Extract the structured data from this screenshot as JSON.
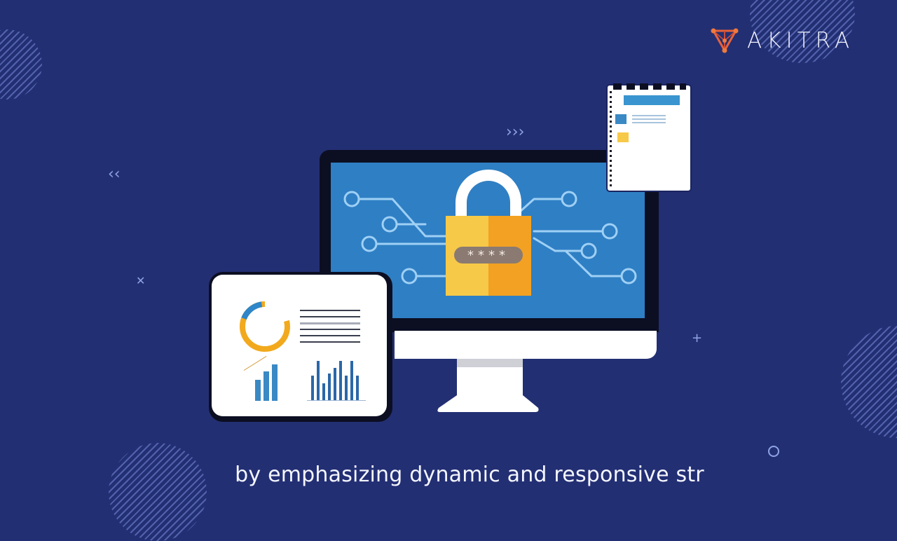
{
  "brand": {
    "name": "AKITRA",
    "logo_icon": "triangle-network-logo-icon",
    "logo_color": "#e8623a"
  },
  "caption": {
    "text": "by emphasizing dynamic and responsive str"
  },
  "illustration": {
    "monitor": {
      "screen_color": "#2f7fc4",
      "bezel_color": "#0c0f22",
      "padlock": {
        "icon": "padlock-icon",
        "password_mask": "****",
        "left_color": "#f7c948",
        "right_color": "#f2a122"
      }
    },
    "notepad": {
      "icon": "notepad-icon"
    },
    "dashboard_card": {
      "donut": {
        "segments": [
          {
            "color": "#2f86c8",
            "fraction": 0.2
          },
          {
            "color": "#f2a91d",
            "fraction": 0.8
          }
        ]
      },
      "text_lines": 6,
      "small_bars": [
        0.55,
        0.8,
        1.0
      ],
      "bars": [
        0.6,
        1.0,
        0.4,
        0.65,
        0.8,
        1.0,
        0.6,
        1.0,
        0.6
      ]
    }
  },
  "decorations": {
    "chevrons_left": "«",
    "chevrons_right": "»»",
    "plus": "+",
    "x": "×",
    "ring": "○"
  },
  "colors": {
    "background": "#232f73",
    "accent_blue": "#2f7fc4",
    "accent_yellow": "#f7c948",
    "accent_orange": "#f2a122"
  }
}
